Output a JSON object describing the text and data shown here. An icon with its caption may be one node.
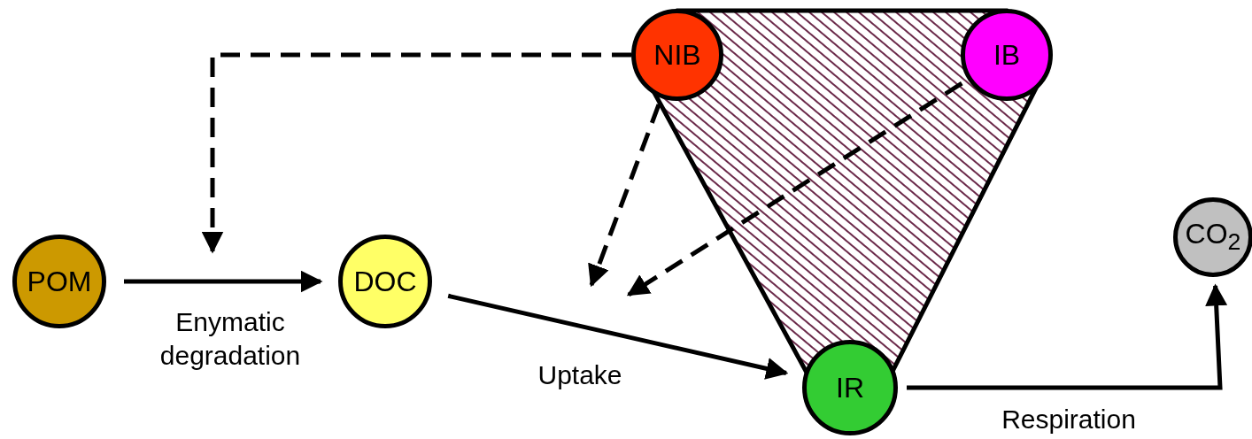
{
  "diagram": {
    "nodes": [
      {
        "text": [
          "POM"
        ]
      },
      {
        "text": [
          "DOC"
        ]
      },
      {
        "text": [
          "NIB"
        ]
      },
      {
        "text": [
          "IB"
        ]
      },
      {
        "text": [
          "IR"
        ]
      },
      {
        "text": [
          "CO$_{2}$"
        ]
      }
    ],
    "edges": [
      {
        "from": 0,
        "to": 1,
        "arrow": "to",
        "label": "Enymatic degradation"
      },
      {
        "from": 1,
        "to": 4,
        "arrow": "to",
        "label": "Uptake"
      },
      {
        "from": 4,
        "to": 5,
        "arrow": "to",
        "label": "Respiration"
      },
      {
        "from": 2,
        "to": null,
        "arrow": "to",
        "style": "dashed"
      },
      {
        "from": 2,
        "to": null,
        "arrow": "to",
        "style": "dashed"
      },
      {
        "from": 3,
        "to": null,
        "arrow": "to",
        "style": "dashed"
      }
    ]
  }
}
